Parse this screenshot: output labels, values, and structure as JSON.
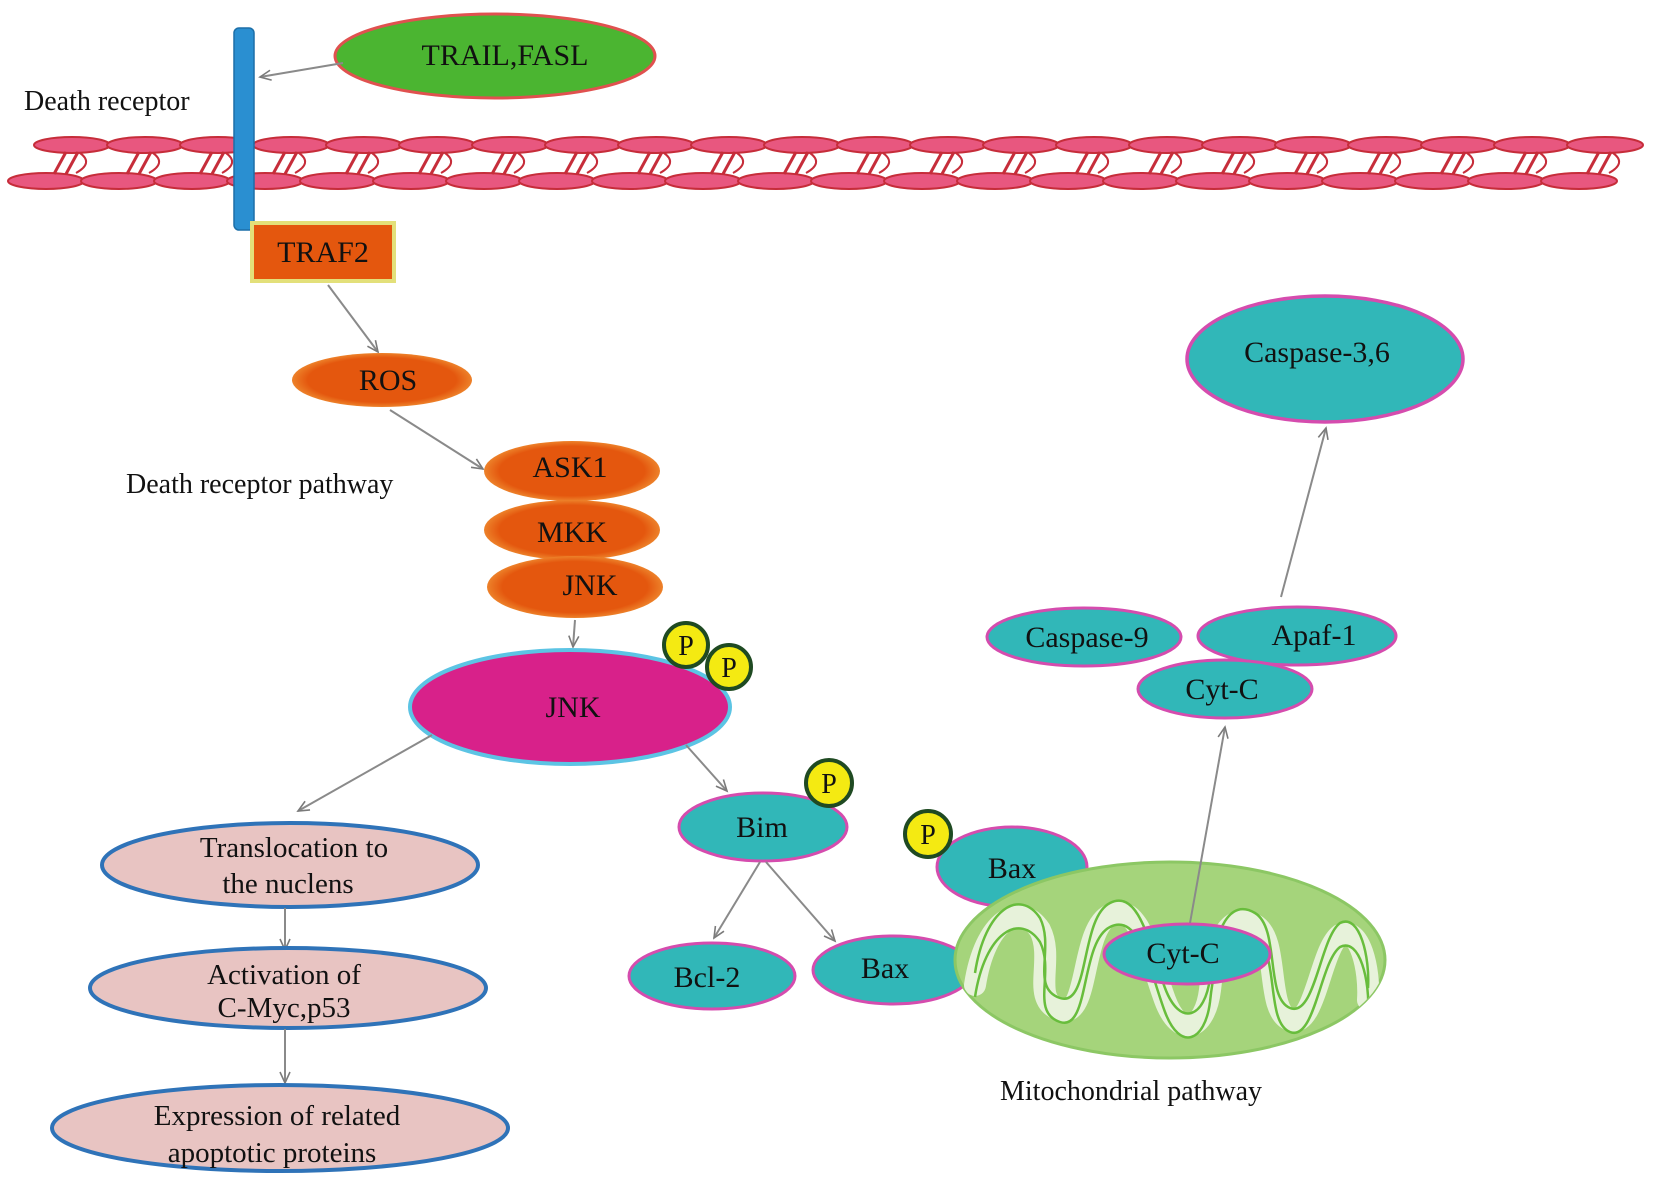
{
  "title": "JNK signaling in death receptor and mitochondrial apoptosis pathways",
  "colors": {
    "ligand_fill": "#4bb531",
    "ligand_stroke": "#e0514f",
    "receptor": "#2a8fd1",
    "membrane_fill": "#e8577f",
    "membrane_stroke": "#c62d3a",
    "orange_fill": "#e4570e",
    "orange_glow": "#f29a3a",
    "traf2_border": "#e3e07a",
    "jnk_active_fill": "#d8218a",
    "jnk_active_stroke": "#5cc4e4",
    "teal_fill": "#31b7b8",
    "teal_stroke": "#d54cae",
    "pink_fill": "#e8c4c2",
    "pink_stroke": "#2f73b8",
    "phospho_fill": "#f4ea12",
    "phospho_stroke": "#1f4a22",
    "mito_fill": "#a5d47b",
    "mito_inner": "#e7f2da",
    "mito_line": "#68bd3c",
    "arrow": "#8a8a8a"
  },
  "labels": {
    "death_receptor": "Death receptor",
    "death_receptor_pathway": "Death receptor pathway",
    "mitochondrial_pathway": "Mitochondrial pathway"
  },
  "nodes": {
    "ligand": "TRAIL,FASL",
    "traf2": "TRAF2",
    "ros": "ROS",
    "ask1": "ASK1",
    "mkk": "MKK",
    "jnk_complex": "JNK",
    "jnk_active": "JNK",
    "bim": "Bim",
    "bcl2": "Bcl-2",
    "bax_lower": "Bax",
    "bax_upper": "Bax",
    "cytc_mito": "Cyt-C",
    "cytc_complex": "Cyt-C",
    "caspase9": "Caspase-9",
    "apaf1": "Apaf-1",
    "caspase36": "Caspase-3,6",
    "translocation_line1": "Translocation to",
    "translocation_line2": "the nuclens",
    "activation_line1": "Activation of",
    "activation_line2": "C-Myc,p53",
    "expression_line1": "Expression of related",
    "expression_line2": "apoptotic proteins"
  },
  "phospho_label": "P",
  "edges": [
    {
      "from": "TRAIL,FASL",
      "to": "Death receptor"
    },
    {
      "from": "TRAF2",
      "to": "ROS"
    },
    {
      "from": "ROS",
      "to": "ASK1"
    },
    {
      "from": "JNK (complex)",
      "to": "JNK (phosphorylated)"
    },
    {
      "from": "JNK (phosphorylated)",
      "to": "Translocation to the nuclens"
    },
    {
      "from": "JNK (phosphorylated)",
      "to": "Bim"
    },
    {
      "from": "Translocation to the nuclens",
      "to": "Activation of C-Myc,p53"
    },
    {
      "from": "Activation of C-Myc,p53",
      "to": "Expression of related apoptotic proteins"
    },
    {
      "from": "Bim",
      "to": "Bcl-2"
    },
    {
      "from": "Bim",
      "to": "Bax"
    },
    {
      "from": "Cyt-C (mitochondria)",
      "to": "Cyt-C (apoptosome)"
    },
    {
      "from": "Apaf-1",
      "to": "Caspase-3,6"
    }
  ]
}
